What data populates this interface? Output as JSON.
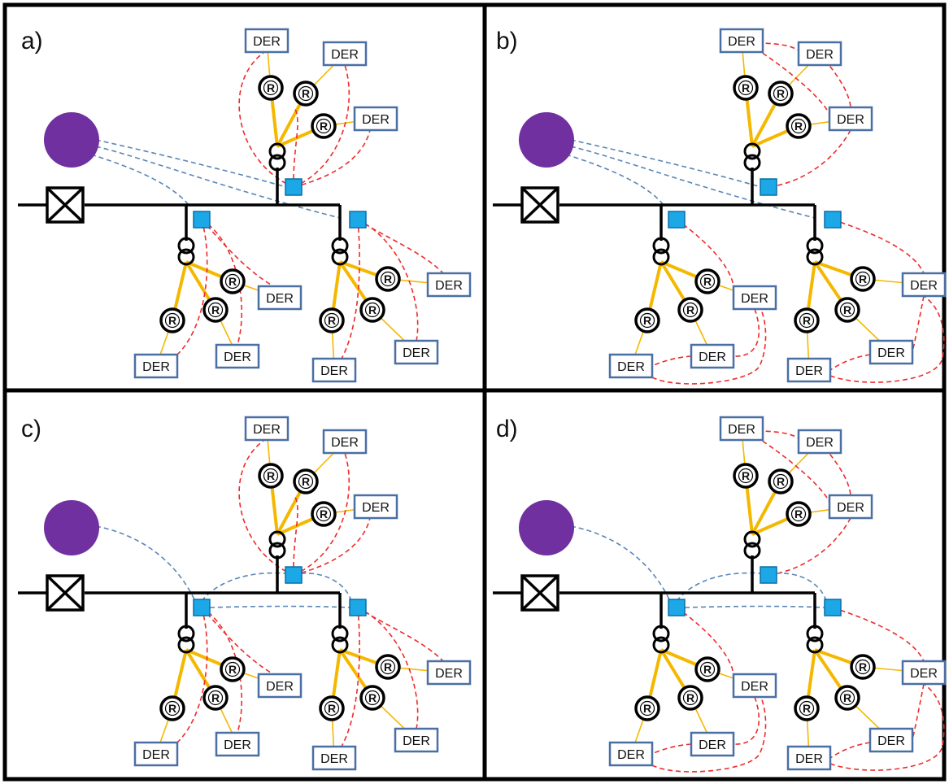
{
  "figure": {
    "panels": [
      {
        "id": "a",
        "label": "a)",
        "der_links": "local",
        "comm_links": "star"
      },
      {
        "id": "b",
        "label": "b)",
        "der_links": "ring",
        "comm_links": "star"
      },
      {
        "id": "c",
        "label": "c)",
        "der_links": "local",
        "comm_links": "mesh"
      },
      {
        "id": "d",
        "label": "d)",
        "der_links": "ring",
        "comm_links": "mesh"
      }
    ],
    "der_label": "DER",
    "resident_label": "R",
    "colors": {
      "frame": "#000000",
      "bus": "#000000",
      "feeder": "#f5b800",
      "der_line": "#f5b800",
      "der_box_border": "#4a6fa5",
      "controller": "#1ca7e6",
      "controller_border": "#0b6fa6",
      "control_center": "#7030a0",
      "comm_link": "#5a86b5",
      "der_comm_link": "#ee2b2b"
    }
  }
}
